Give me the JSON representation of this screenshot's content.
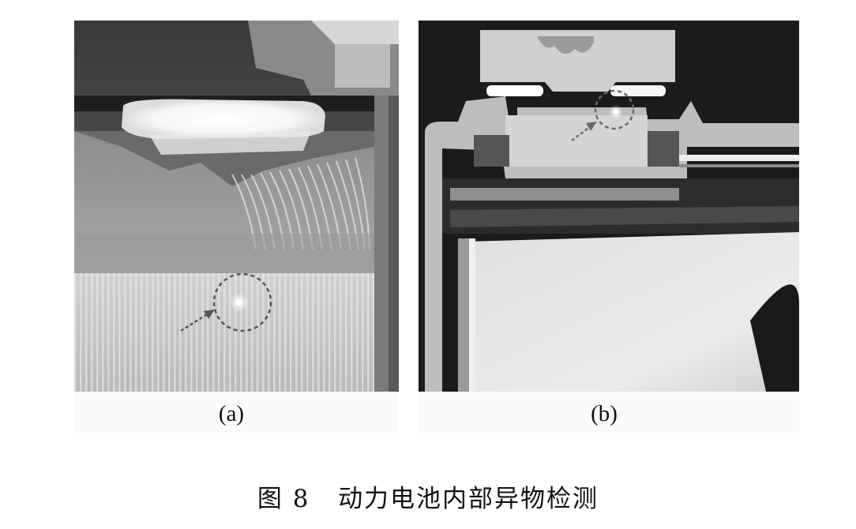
{
  "figure": {
    "panel_a_label": "(a)",
    "panel_b_label": "(b)",
    "caption_number": "图 8",
    "caption_text": "动力电池内部异物检测"
  }
}
